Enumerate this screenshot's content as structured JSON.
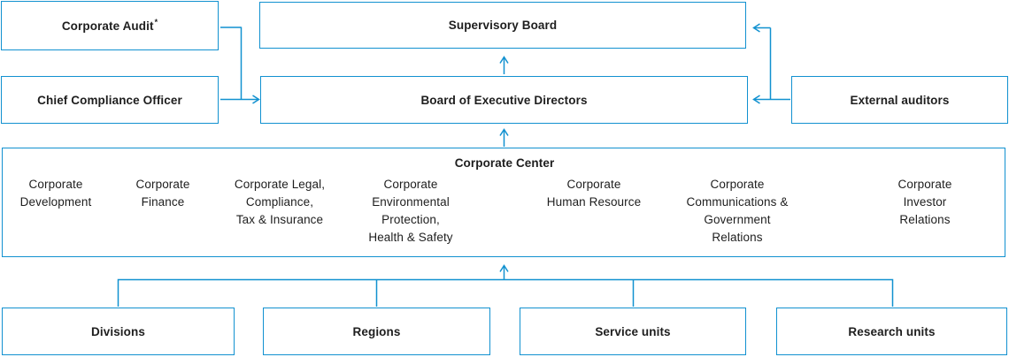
{
  "chart": {
    "type": "org-chart",
    "boxes": {
      "corporate_audit": {
        "label": "Corporate Audit",
        "footnote_marker": "*"
      },
      "chief_compliance_officer": {
        "label": "Chief Compliance Officer"
      },
      "supervisory_board": {
        "label": "Supervisory Board"
      },
      "board_of_executive_directors": {
        "label": "Board of Executive Directors"
      },
      "external_auditors": {
        "label": "External auditors"
      },
      "divisions": {
        "label": "Divisions"
      },
      "regions": {
        "label": "Regions"
      },
      "service_units": {
        "label": "Service units"
      },
      "research_units": {
        "label": "Research units"
      }
    },
    "corporate_center": {
      "title": "Corporate Center",
      "departments": [
        {
          "label": "Corporate\nDevelopment"
        },
        {
          "label": "Corporate\nFinance"
        },
        {
          "label": "Corporate Legal,\nCompliance,\nTax & Insurance"
        },
        {
          "label": "Corporate\nEnvironmental\nProtection,\nHealth & Safety"
        },
        {
          "label": "Corporate\nHuman Resource"
        },
        {
          "label": "Corporate\nCommunications &\nGovernment\nRelations"
        },
        {
          "label": "Corporate\nInvestor Relations"
        }
      ]
    },
    "relationships": {
      "audit_and_compliance_report_to": "Board of Executive Directors",
      "external_auditors_report_to": [
        "Supervisory Board",
        "Board of Executive Directors"
      ],
      "board_reports_to": "Supervisory Board",
      "corporate_center_reports_to": "Board of Executive Directors",
      "units_report_to": "Corporate Center"
    },
    "colors": {
      "line_blue": "#1191d0",
      "text_dark": "#1e1e1e",
      "background": "#ffffff"
    }
  }
}
